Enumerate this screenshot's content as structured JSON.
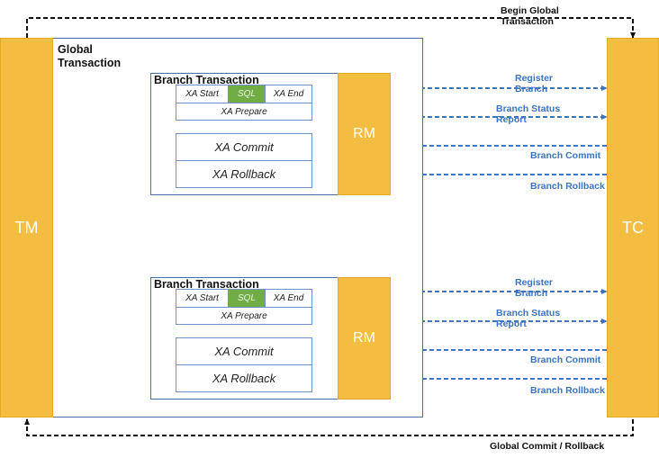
{
  "tm": {
    "label": "TM"
  },
  "tc": {
    "label": "TC"
  },
  "global": {
    "title_line1": "Global",
    "title_line2": "Transaction"
  },
  "begin": {
    "line1": "Begin Global",
    "line2": "Transaction"
  },
  "end": {
    "label": "Global Commit / Rollback"
  },
  "branches": [
    {
      "title": "Branch Transaction",
      "xa_start": "XA Start",
      "sql": "SQL",
      "xa_end": "XA End",
      "xa_prepare": "XA Prepare",
      "xa_commit": "XA Commit",
      "xa_rollback": "XA Rollback",
      "rm": "RM",
      "register_line1": "Register",
      "register_line2": "Branch",
      "status_line1": "Branch Status",
      "status_line2": "Report",
      "commit": "Branch Commit",
      "rollback": "Branch Rollback"
    },
    {
      "title": "Branch Transaction",
      "xa_start": "XA Start",
      "sql": "SQL",
      "xa_end": "XA End",
      "xa_prepare": "XA Prepare",
      "xa_commit": "XA Commit",
      "xa_rollback": "XA Rollback",
      "rm": "RM",
      "register_line1": "Register",
      "register_line2": "Branch",
      "status_line1": "Branch Status",
      "status_line2": "Report",
      "commit": "Branch Commit",
      "rollback": "Branch Rollback"
    }
  ],
  "colors": {
    "bar": "#f3bd42",
    "sql": "#70ad47",
    "arrow": "#3b74c2",
    "border": "#4a6fa5"
  }
}
